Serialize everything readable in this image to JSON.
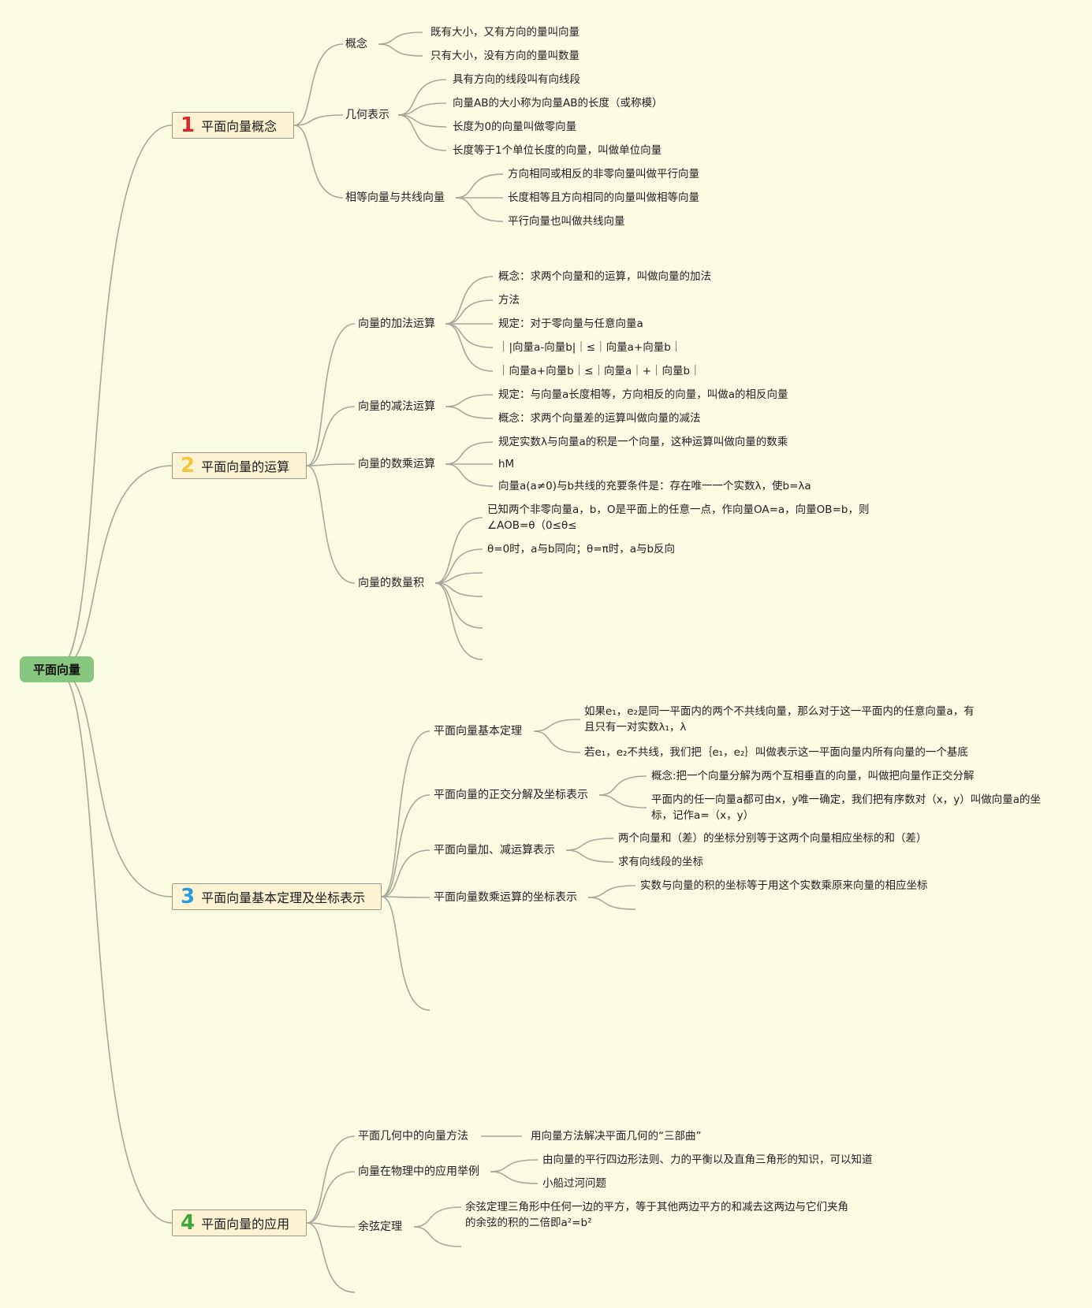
{
  "root": "平面向量",
  "colors": {
    "background": "#fafbe3",
    "root": "#87c77f",
    "main_box": "#fdf3d3",
    "line": "#a8a89a",
    "num1": "#d92b2b",
    "num2": "#f2c53d",
    "num3": "#2a9be0",
    "num4": "#3aa83a"
  },
  "main": [
    {
      "num": "1",
      "label": "平面向量概念"
    },
    {
      "num": "2",
      "label": "平面向量的运算"
    },
    {
      "num": "3",
      "label": "平面向量基本定理及坐标表示"
    },
    {
      "num": "4",
      "label": "平面向量的应用"
    }
  ],
  "t1": {
    "c1": "概念",
    "c1a": "既有大小，又有方向的量叫向量",
    "c1b": "只有大小，没有方向的量叫数量",
    "c2": "几何表示",
    "c2a": "具有方向的线段叫有向线段",
    "c2b": "向量AB的大小称为向量AB的长度（或称模）",
    "c2c": "长度为0的向量叫做零向量",
    "c2d": "长度等于1个单位长度的向量，叫做单位向量",
    "c3": "相等向量与共线向量",
    "c3a": "方向相同或相反的非零向量叫做平行向量",
    "c3b": "长度相等且方向相同的向量叫做相等向量",
    "c3c": "平行向量也叫做共线向量"
  },
  "t2": {
    "c1": "向量的加法运算",
    "c1a": "概念：求两个向量和的运算，叫做向量的加法",
    "c1b": "方法",
    "c1c": "规定：对于零向量与任意向量a",
    "c1d": "｜|向量a-向量b|｜≤｜向量a+向量b｜",
    "c1e": "｜向量a+向量b｜≤｜向量a｜+｜向量b｜",
    "c2": "向量的减法运算",
    "c2a": "规定：与向量a长度相等，方向相反的向量，叫做a的相反向量",
    "c2b": "概念：求两个向量差的运算叫做向量的减法",
    "c3": "向量的数乘运算",
    "c3a": "规定实数λ与向量a的积是一个向量，这种运算叫做向量的数乘",
    "c3b": "hM",
    "c3c": "向量a(a≠0)与b共线的充要条件是：存在唯一一个实数λ，使b=λa",
    "c4": "向量的数量积",
    "c4a": "已知两个非零向量a，b，O是平面上的任意一点，作向量OA=a，向量OB=b，则∠AOB=θ（0≤θ≤",
    "c4b": "θ=0时，a与b同向；θ=π时，a与b反向"
  },
  "t3": {
    "c1": "平面向量基本定理",
    "c1a": "如果e₁，e₂是同一平面内的两个不共线向量，那么对于这一平面内的任意向量a，有且只有一对实数λ₁，λ",
    "c1b": "若e₁，e₂不共线，我们把｛e₁，e₂｝叫做表示这一平面向量内所有向量的一个基底",
    "c2": "平面向量的正交分解及坐标表示",
    "c2a": "概念:把一个向量分解为两个互相垂直的向量，叫做把向量作正交分解",
    "c2b": "平面内的任一向量a都可由x，y唯一确定，我们把有序数对（x，y）叫做向量a的坐标，记作a=（x，y）",
    "c3": "平面向量加、减运算表示",
    "c3a": "两个向量和（差）的坐标分别等于这两个向量相应坐标的和（差）",
    "c3b": "求有向线段的坐标",
    "c4": "平面向量数乘运算的坐标表示",
    "c4a": "实数与向量的积的坐标等于用这个实数乘原来向量的相应坐标"
  },
  "t4": {
    "c1": "平面几何中的向量方法",
    "c1a": "用向量方法解决平面几何的“三部曲”",
    "c2": "向量在物理中的应用举例",
    "c2a": "由向量的平行四边形法则、力的平衡以及直角三角形的知识，可以知道",
    "c2b": "小船过河问题",
    "c3": "余弦定理",
    "c3a": "余弦定理三角形中任何一边的平方，等于其他两边平方的和减去这两边与它们夹角的余弦的积的二倍即a²=b²"
  }
}
